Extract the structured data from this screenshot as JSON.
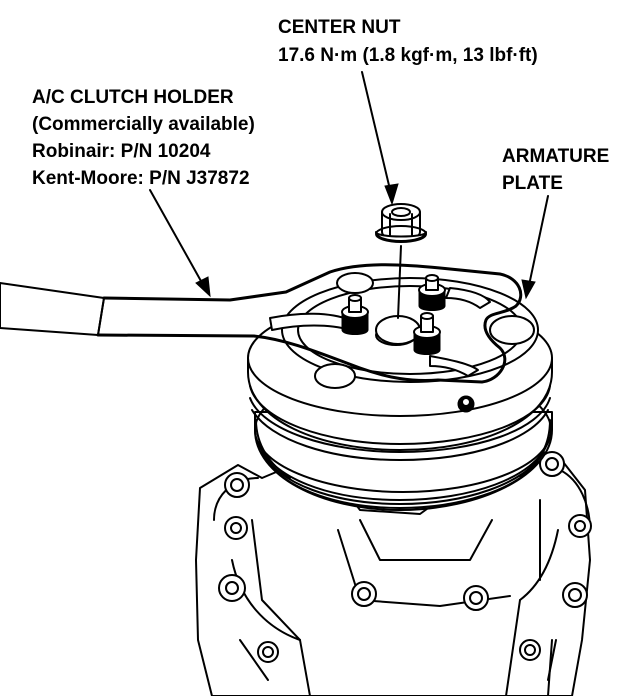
{
  "labels": {
    "center_nut": {
      "title": "CENTER NUT",
      "torque": "17.6 N·m (1.8 kgf·m, 13 lbf·ft)"
    },
    "clutch_holder": {
      "line1": "A/C CLUTCH HOLDER",
      "line2": "(Commercially available)",
      "line3": "Robinair: P/N 10204",
      "line4": "Kent-Moore: P/N J37872"
    },
    "armature_plate": {
      "line1": "ARMATURE",
      "line2": "PLATE"
    }
  },
  "colors": {
    "ink": "#000000",
    "paper": "#ffffff"
  }
}
